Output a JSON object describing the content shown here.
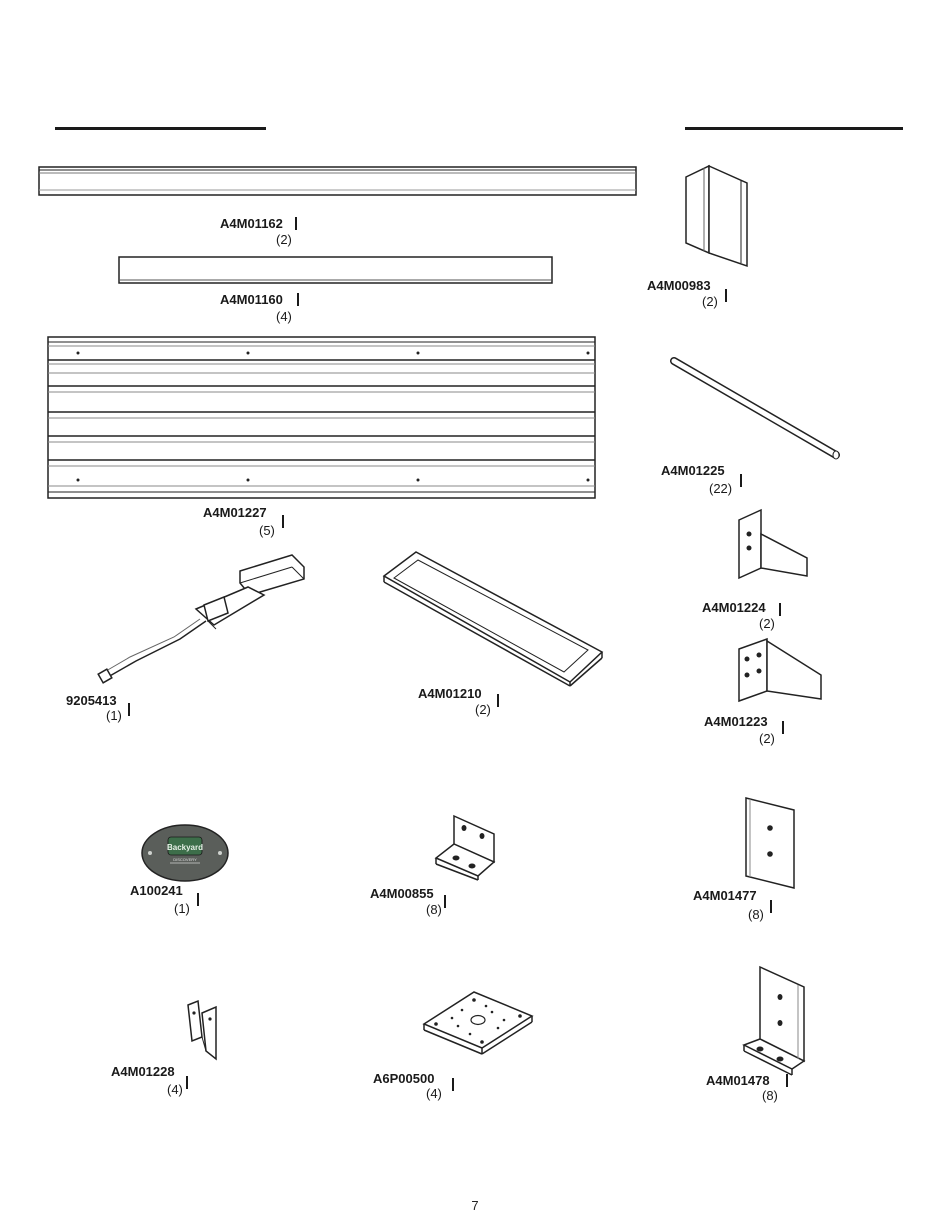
{
  "parts": [
    {
      "code": "A4M01162",
      "qty": "(2)",
      "drawing": "long-rail"
    },
    {
      "code": "A4M01160",
      "qty": "(4)",
      "drawing": "flat-bar"
    },
    {
      "code": "A4M00983",
      "qty": "(2)",
      "drawing": "corner-angle"
    },
    {
      "code": "A4M01225",
      "qty": "(22)",
      "drawing": "rod"
    },
    {
      "code": "A4M01227",
      "qty": "(5)",
      "drawing": "ribbed-panel"
    },
    {
      "code": "A4M01224",
      "qty": "(2)",
      "drawing": "gusset-bracket"
    },
    {
      "code": "9205413",
      "qty": "(1)",
      "drawing": "light-kit"
    },
    {
      "code": "A4M01210",
      "qty": "(2)",
      "drawing": "tray-frame"
    },
    {
      "code": "A4M01223",
      "qty": "(2)",
      "drawing": "gusset-bracket"
    },
    {
      "code": "A100241",
      "qty": "(1)",
      "drawing": "oval-badge"
    },
    {
      "code": "A4M00855",
      "qty": "(8)",
      "drawing": "angle-bracket"
    },
    {
      "code": "A4M01477",
      "qty": "(8)",
      "drawing": "flat-plate"
    },
    {
      "code": "A4M01228",
      "qty": "(4)",
      "drawing": "small-angle"
    },
    {
      "code": "A6P00500",
      "qty": "(4)",
      "drawing": "base-plate"
    },
    {
      "code": "A4M01478",
      "qty": "(8)",
      "drawing": "l-bracket"
    }
  ],
  "badge": {
    "brand_text": "Backyard",
    "sub_text": "DISCOVERY"
  },
  "page_number": "7",
  "colors": {
    "ink": "#1a1a1a",
    "badge_fill": "#5a5e5a",
    "badge_center": "#3d6e4a"
  }
}
